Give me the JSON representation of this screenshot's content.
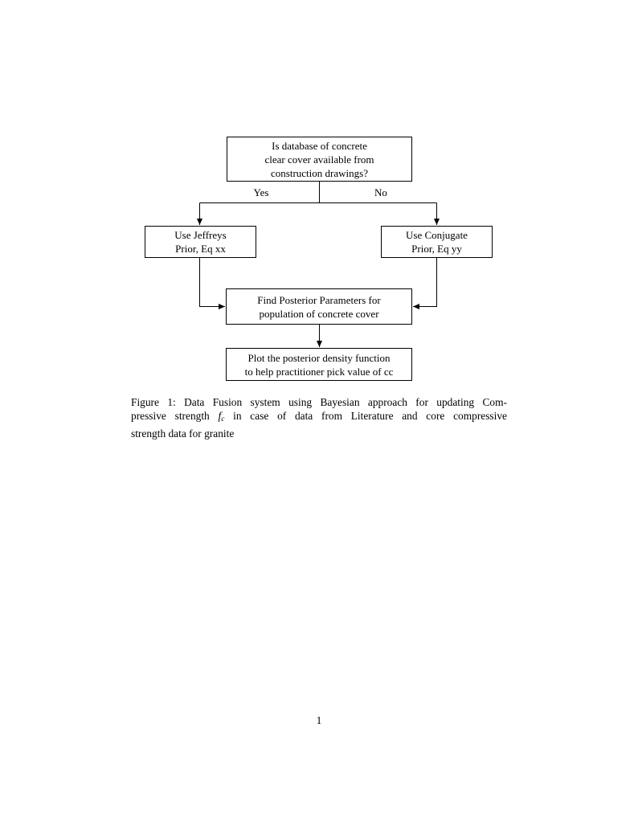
{
  "page": {
    "number": "1",
    "background_color": "#ffffff",
    "ink_color": "#000000"
  },
  "flowchart": {
    "top_box": {
      "lines": [
        "Is database of concrete",
        "clear cover available from",
        "construction drawings?"
      ]
    },
    "yes_label": "Yes",
    "no_label": "No",
    "left_box": {
      "lines": [
        "Use Jeffreys",
        "Prior, Eq xx"
      ]
    },
    "right_box": {
      "lines": [
        "Use Conjugate",
        "Prior, Eq yy"
      ]
    },
    "mid_box": {
      "lines": [
        "Find Posterior Parameters for",
        "population of concrete cover"
      ]
    },
    "bottom_box": {
      "lines": [
        "Plot the posterior density function",
        "to help practitioner pick value of cc"
      ]
    }
  },
  "caption": {
    "line1": "Figure 1: Data Fusion system using Bayesian approach for updating Com-",
    "line2_pre": "pressive strength ",
    "math_var": "f",
    "math_sub": "c",
    "line2_post": " in case of data from Literature and core compressive",
    "line3": "strength data for granite"
  }
}
